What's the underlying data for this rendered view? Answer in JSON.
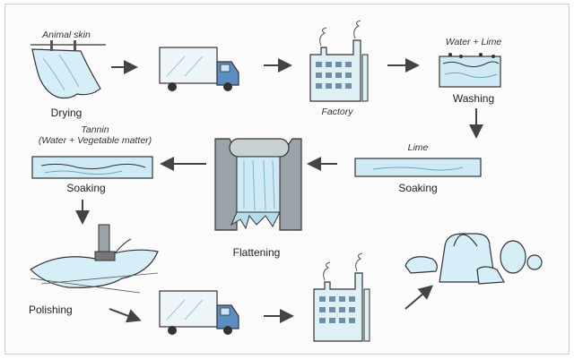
{
  "labels": {
    "animal_skin": "Animal skin",
    "drying": "Drying",
    "factory": "Factory",
    "water_lime": "Water + Lime",
    "washing": "Washing",
    "lime": "Lime",
    "soaking_right": "Soaking",
    "tannin": "Tannin",
    "water_veg": "(Water + Vegetable matter)",
    "soaking_left": "Soaking",
    "flattening": "Flattening",
    "polishing": "Polishing"
  },
  "colors": {
    "water": "#cfeaf4",
    "truck_body": "#eef5f8",
    "truck_cab": "#5b8fc4",
    "factory": "#dfeff6",
    "outline": "#333333",
    "arrow": "#444444"
  },
  "icons": [
    "animal-skin-icon",
    "truck-icon",
    "factory-icon",
    "basin-icon",
    "flattening-machine-icon",
    "polishing-tool-icon",
    "leather-goods-icon",
    "arrow-icon"
  ]
}
